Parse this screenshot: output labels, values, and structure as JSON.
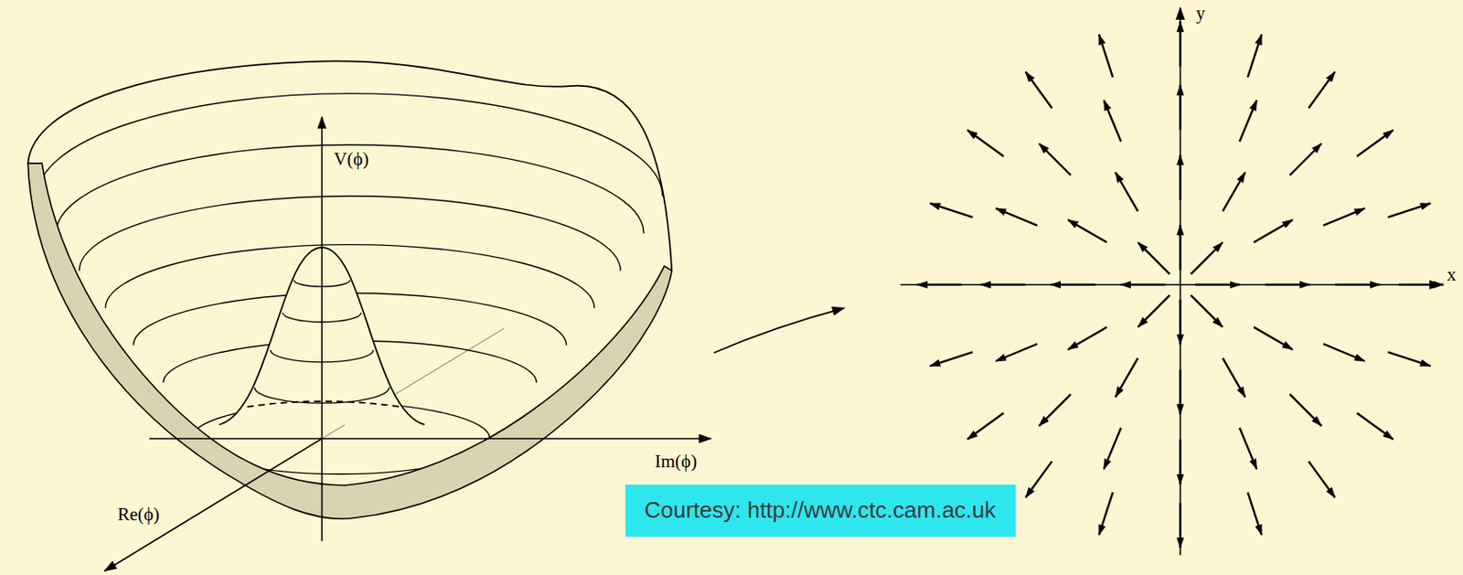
{
  "diagram": {
    "nodes": [
      {
        "text": [
          "Courtesy: http://www.ctc.cam.ac.uk"
        ]
      }
    ],
    "labels": [
      "V(ϕ)",
      "Im(ϕ)",
      "Re(ϕ)",
      "x",
      "y"
    ]
  }
}
